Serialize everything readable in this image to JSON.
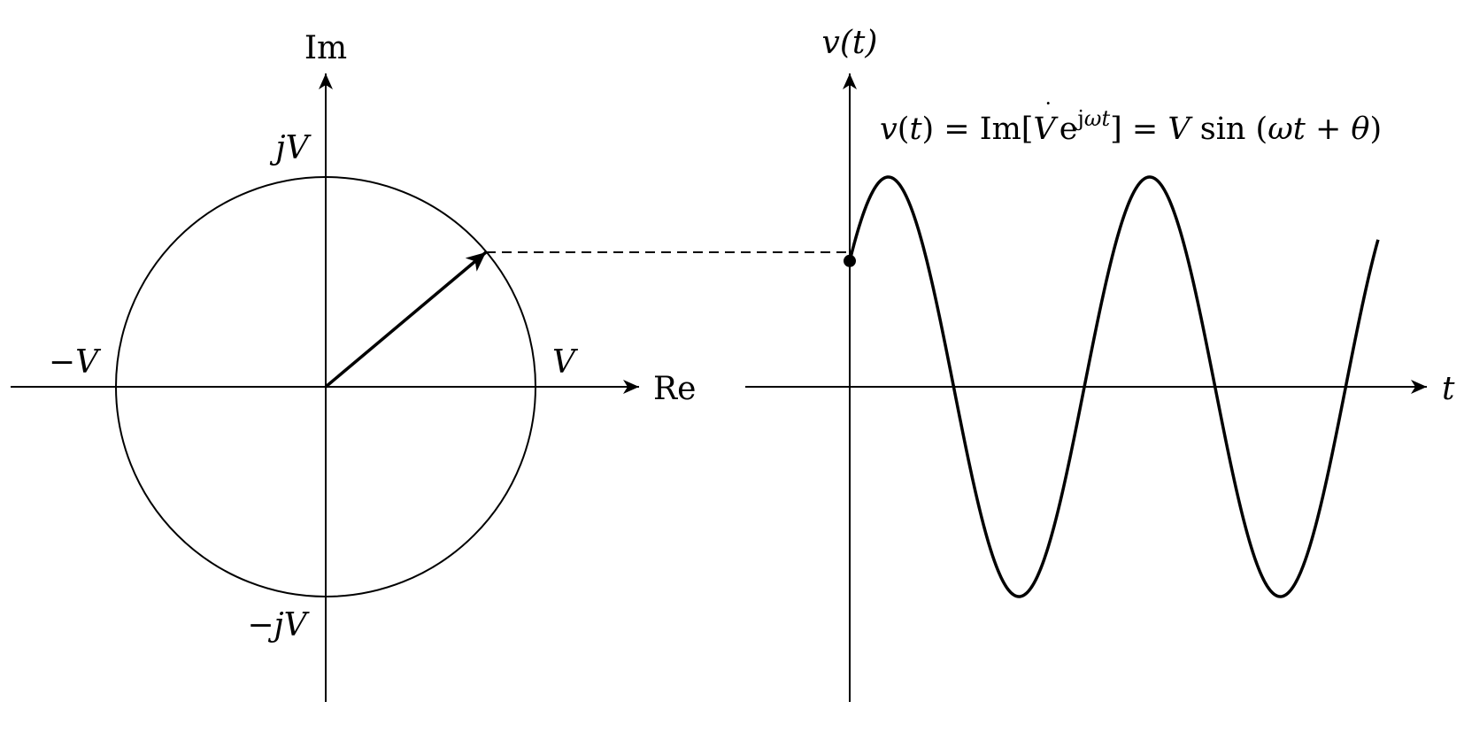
{
  "phasor": {
    "axis_real": "Re",
    "axis_imag": "Im",
    "pos_real": "V",
    "neg_real": "−V",
    "pos_imag": "jV",
    "neg_imag": "−jV"
  },
  "waveform": {
    "axis_y": "v(t)",
    "axis_x": "t",
    "equation": "v(t) = Im[V̇e^{jωt}] = V sin (ωt + θ)"
  },
  "chart_data": {
    "type": "line",
    "function": "v(t) = V sin(ωt + θ)",
    "amplitude": 1,
    "theta_rad": 0.6435,
    "omega_t_range_rad": [
      0,
      12.7
    ],
    "peaks": [
      {
        "omega_t": 0.927,
        "v": 1
      },
      {
        "omega_t": 7.21,
        "v": 1
      }
    ],
    "troughs": [
      {
        "omega_t": 4.07,
        "v": -1
      },
      {
        "omega_t": 10.35,
        "v": -1
      }
    ],
    "zero_crossings_omega_t": [
      2.5,
      5.64,
      8.78,
      11.92
    ],
    "start_point": {
      "omega_t": 0,
      "v": 0.6
    },
    "xlabel": "t",
    "ylabel": "v(t)",
    "grid": false
  }
}
